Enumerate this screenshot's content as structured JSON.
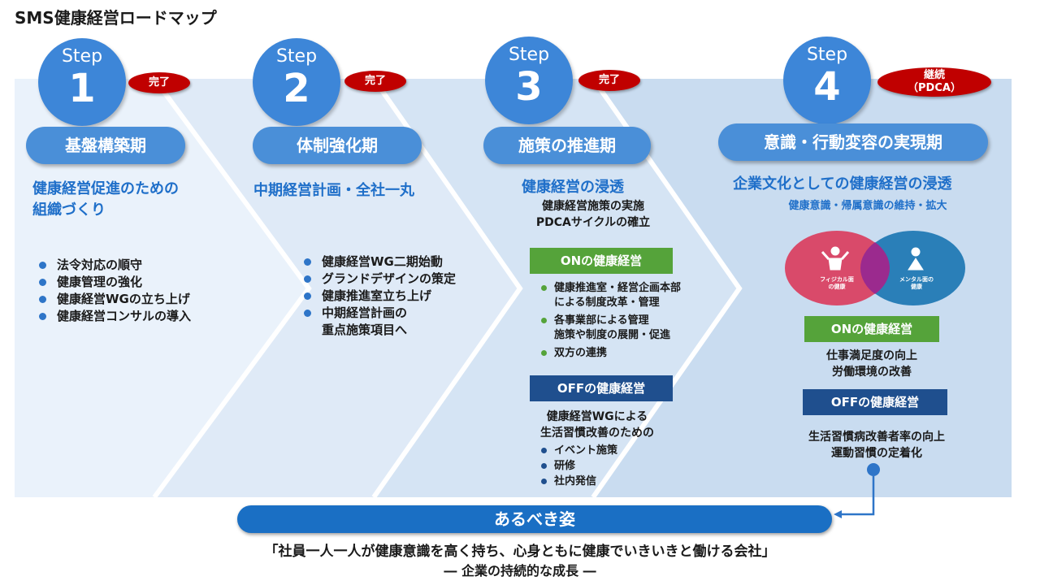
{
  "title": "SMS健康経営ロードマップ",
  "steps": [
    {
      "step_label": "Step",
      "number": "1",
      "badge": "完了",
      "phase": "基盤構築期",
      "heading_lines": [
        "健康経営促進のための",
        "組織づくり"
      ],
      "bullets": [
        "法令対応の順守",
        "健康管理の強化",
        "健康経営WGの立ち上げ",
        "健康経営コンサルの導入"
      ]
    },
    {
      "step_label": "Step",
      "number": "2",
      "badge": "完了",
      "phase": "体制強化期",
      "heading": "中期経営計画・全社一丸",
      "bullets": [
        "健康経営WG二期始動",
        "グランドデザインの策定",
        "健康推進室立ち上げ",
        "中期経営計画の",
        "重点施策項目へ"
      ]
    },
    {
      "step_label": "Step",
      "number": "3",
      "badge": "完了",
      "phase": "施策の推進期",
      "heading": "健康経営の浸透",
      "sub_lines": [
        "健康経営施策の実施",
        "PDCAサイクルの確立"
      ],
      "on_label": "ONの健康経営",
      "on_items": [
        [
          "健康推進室・経営企画本部",
          "による制度改革・管理"
        ],
        [
          "各事業部による管理",
          "施策や制度の展開・促進"
        ],
        [
          "双方の連携"
        ]
      ],
      "off_label": "OFFの健康経営",
      "off_lines": [
        "健康経営WGによる",
        "生活習慣改善のための"
      ],
      "off_items": [
        "イベント施策",
        "研修",
        "社内発信"
      ]
    },
    {
      "step_label": "Step",
      "number": "4",
      "badge_lines": [
        "継続",
        "（PDCA）"
      ],
      "phase": "意識・行動変容の実現期",
      "heading": "企業文化としての健康経営の浸透",
      "sub": "健康意識・帰属意識の維持・拡大",
      "venn_left": [
        "フィジカル面",
        "の健康"
      ],
      "venn_right": [
        "メンタル面の",
        "健康"
      ],
      "on_label": "ONの健康経営",
      "on_lines": [
        "仕事満足度の向上",
        "労働環境の改善"
      ],
      "off_label": "OFFの健康経営",
      "off_lines": [
        "生活習慣病改善者率の向上",
        "運動習慣の定着化"
      ]
    }
  ],
  "goal": {
    "label": "あるべき姿",
    "line1": "「社員一人一人が健康意識を高く持ち、心身ともに健康でいきいきと働ける会社」",
    "line2": "― 企業の持続的な成長 ―"
  },
  "colors": {
    "circle": "#3d86d8",
    "badge": "#c00000",
    "accent_text": "#1f6fc9",
    "on_box": "#55a33a",
    "off_box": "#1f4f8e",
    "venn_left": "#d94a6a",
    "venn_right": "#2a7fb8"
  }
}
